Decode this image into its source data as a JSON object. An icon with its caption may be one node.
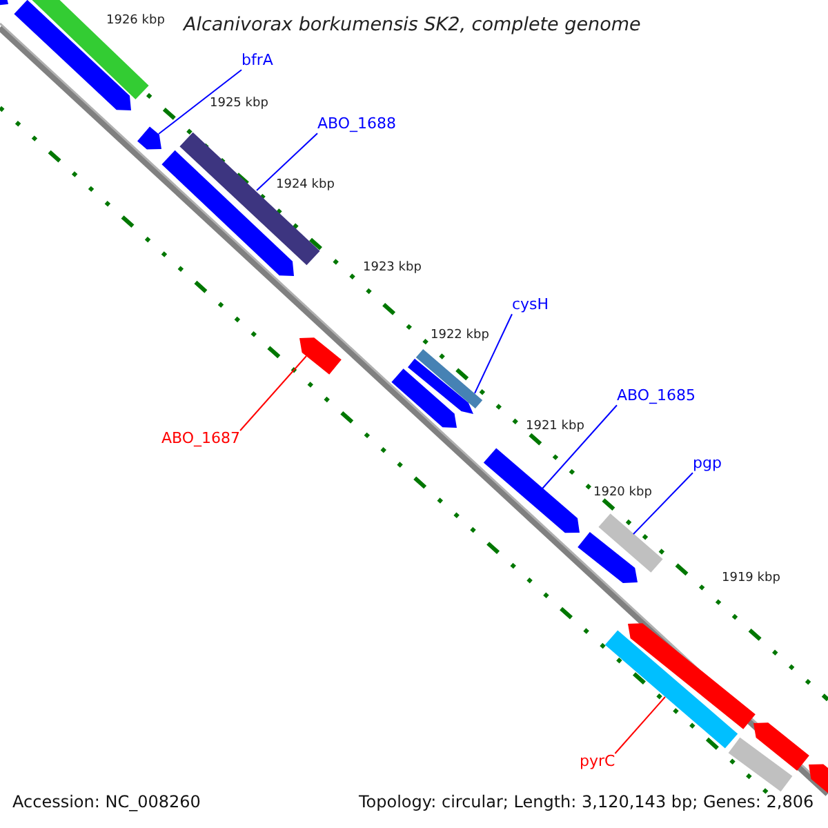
{
  "diagram": {
    "title": "Alcanivorax borkumensis SK2, complete genome",
    "nodes": [
      {
        "text": [
          "bfrA"
        ]
      },
      {
        "text": [
          "ABO_1688"
        ]
      },
      {
        "text": [
          "cysH"
        ]
      },
      {
        "text": [
          "ABO_1685"
        ]
      },
      {
        "text": [
          "pgp"
        ]
      },
      {
        "text": [
          "ABO_1687"
        ]
      },
      {
        "text": [
          "pyrC"
        ]
      },
      {
        "text": [],
        "shape": "pentagon"
      },
      {
        "text": [],
        "shape": "pentagon"
      },
      {
        "text": [],
        "shape": "bar"
      },
      {
        "text": [],
        "shape": "pentagon"
      },
      {
        "text": [],
        "shape": "pentagon"
      },
      {
        "text": [],
        "shape": "bar"
      },
      {
        "text": [],
        "shape": "pentagon"
      },
      {
        "text": [],
        "shape": "pentagon"
      },
      {
        "text": [],
        "shape": "pentagon"
      },
      {
        "text": [],
        "shape": "bar"
      },
      {
        "text": [],
        "shape": "pentagon"
      },
      {
        "text": [],
        "shape": "pentagon"
      },
      {
        "text": [],
        "shape": "bar"
      },
      {
        "text": [],
        "shape": "pentagon"
      },
      {
        "text": [],
        "shape": "bar"
      },
      {
        "text": [],
        "shape": "pentagon"
      },
      {
        "text": [],
        "shape": "bar"
      },
      {
        "text": [],
        "shape": "pentagon"
      }
    ],
    "edges": [
      {
        "from": 0,
        "to": 10,
        "arrow": "none"
      },
      {
        "from": 1,
        "to": 12,
        "arrow": "none"
      },
      {
        "from": 2,
        "to": 16,
        "arrow": "none"
      },
      {
        "from": 3,
        "to": 17,
        "arrow": "none"
      },
      {
        "from": 4,
        "to": 19,
        "arrow": "none"
      },
      {
        "from": 5,
        "to": 13,
        "arrow": "none",
        "color": "#ff0000"
      },
      {
        "from": 6,
        "to": 21,
        "arrow": "none",
        "color": "#ff0000"
      }
    ],
    "labels": [
      "1926 kbp",
      "1925 kbp",
      "1924 kbp",
      "1923 kbp",
      "1922 kbp",
      "1921 kbp",
      "1920 kbp",
      "1919 kbp",
      "Accession: NC_008260",
      "Topology: circular; Length: 3,120,143 bp; Genes: 2,806"
    ]
  }
}
